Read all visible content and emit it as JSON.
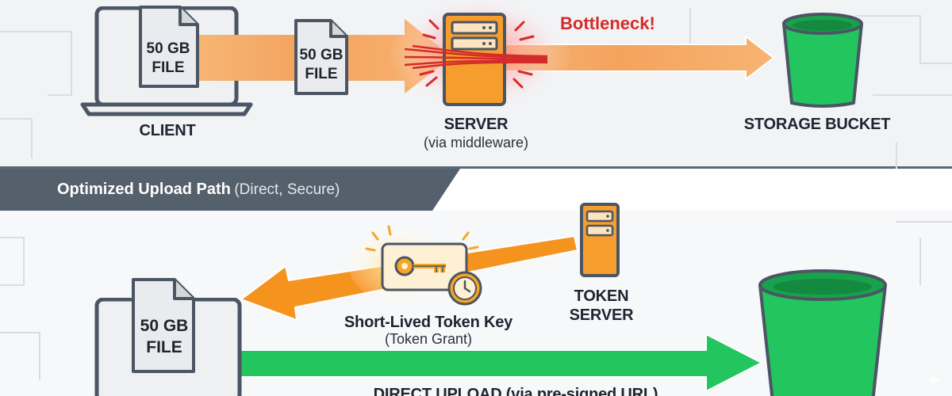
{
  "top": {
    "client_label": "CLIENT",
    "file_size": "50 GB",
    "file_word": "FILE",
    "server_label": "SERVER",
    "server_sublabel": "(via middleware)",
    "bottleneck_label": "Bottleneck!",
    "storage_label": "STORAGE BUCKET"
  },
  "banner": {
    "title": "Optimized Upload Path",
    "subtitle": "(Direct, Secure)"
  },
  "bottom": {
    "file_size": "50 GB",
    "file_word": "FILE",
    "token_server_line1": "TOKEN",
    "token_server_line2": "SERVER",
    "token_key_label": "Short-Lived Token Key",
    "token_key_sublabel": "(Token Grant)",
    "direct_upload_label": "DIRECT UPLOAD (via pre-signed URL)"
  },
  "colors": {
    "orange": "#f7a23c",
    "green": "#22c55e",
    "red": "#d42b2b",
    "slate": "#5a6775"
  }
}
